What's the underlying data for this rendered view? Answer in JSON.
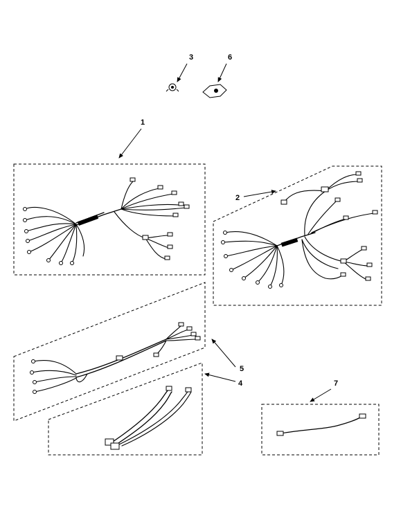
{
  "diagram": {
    "callouts": {
      "part1": "1",
      "part2": "2",
      "part3": "3",
      "part4": "4",
      "part5": "5",
      "part6": "6",
      "part7": "7"
    }
  }
}
